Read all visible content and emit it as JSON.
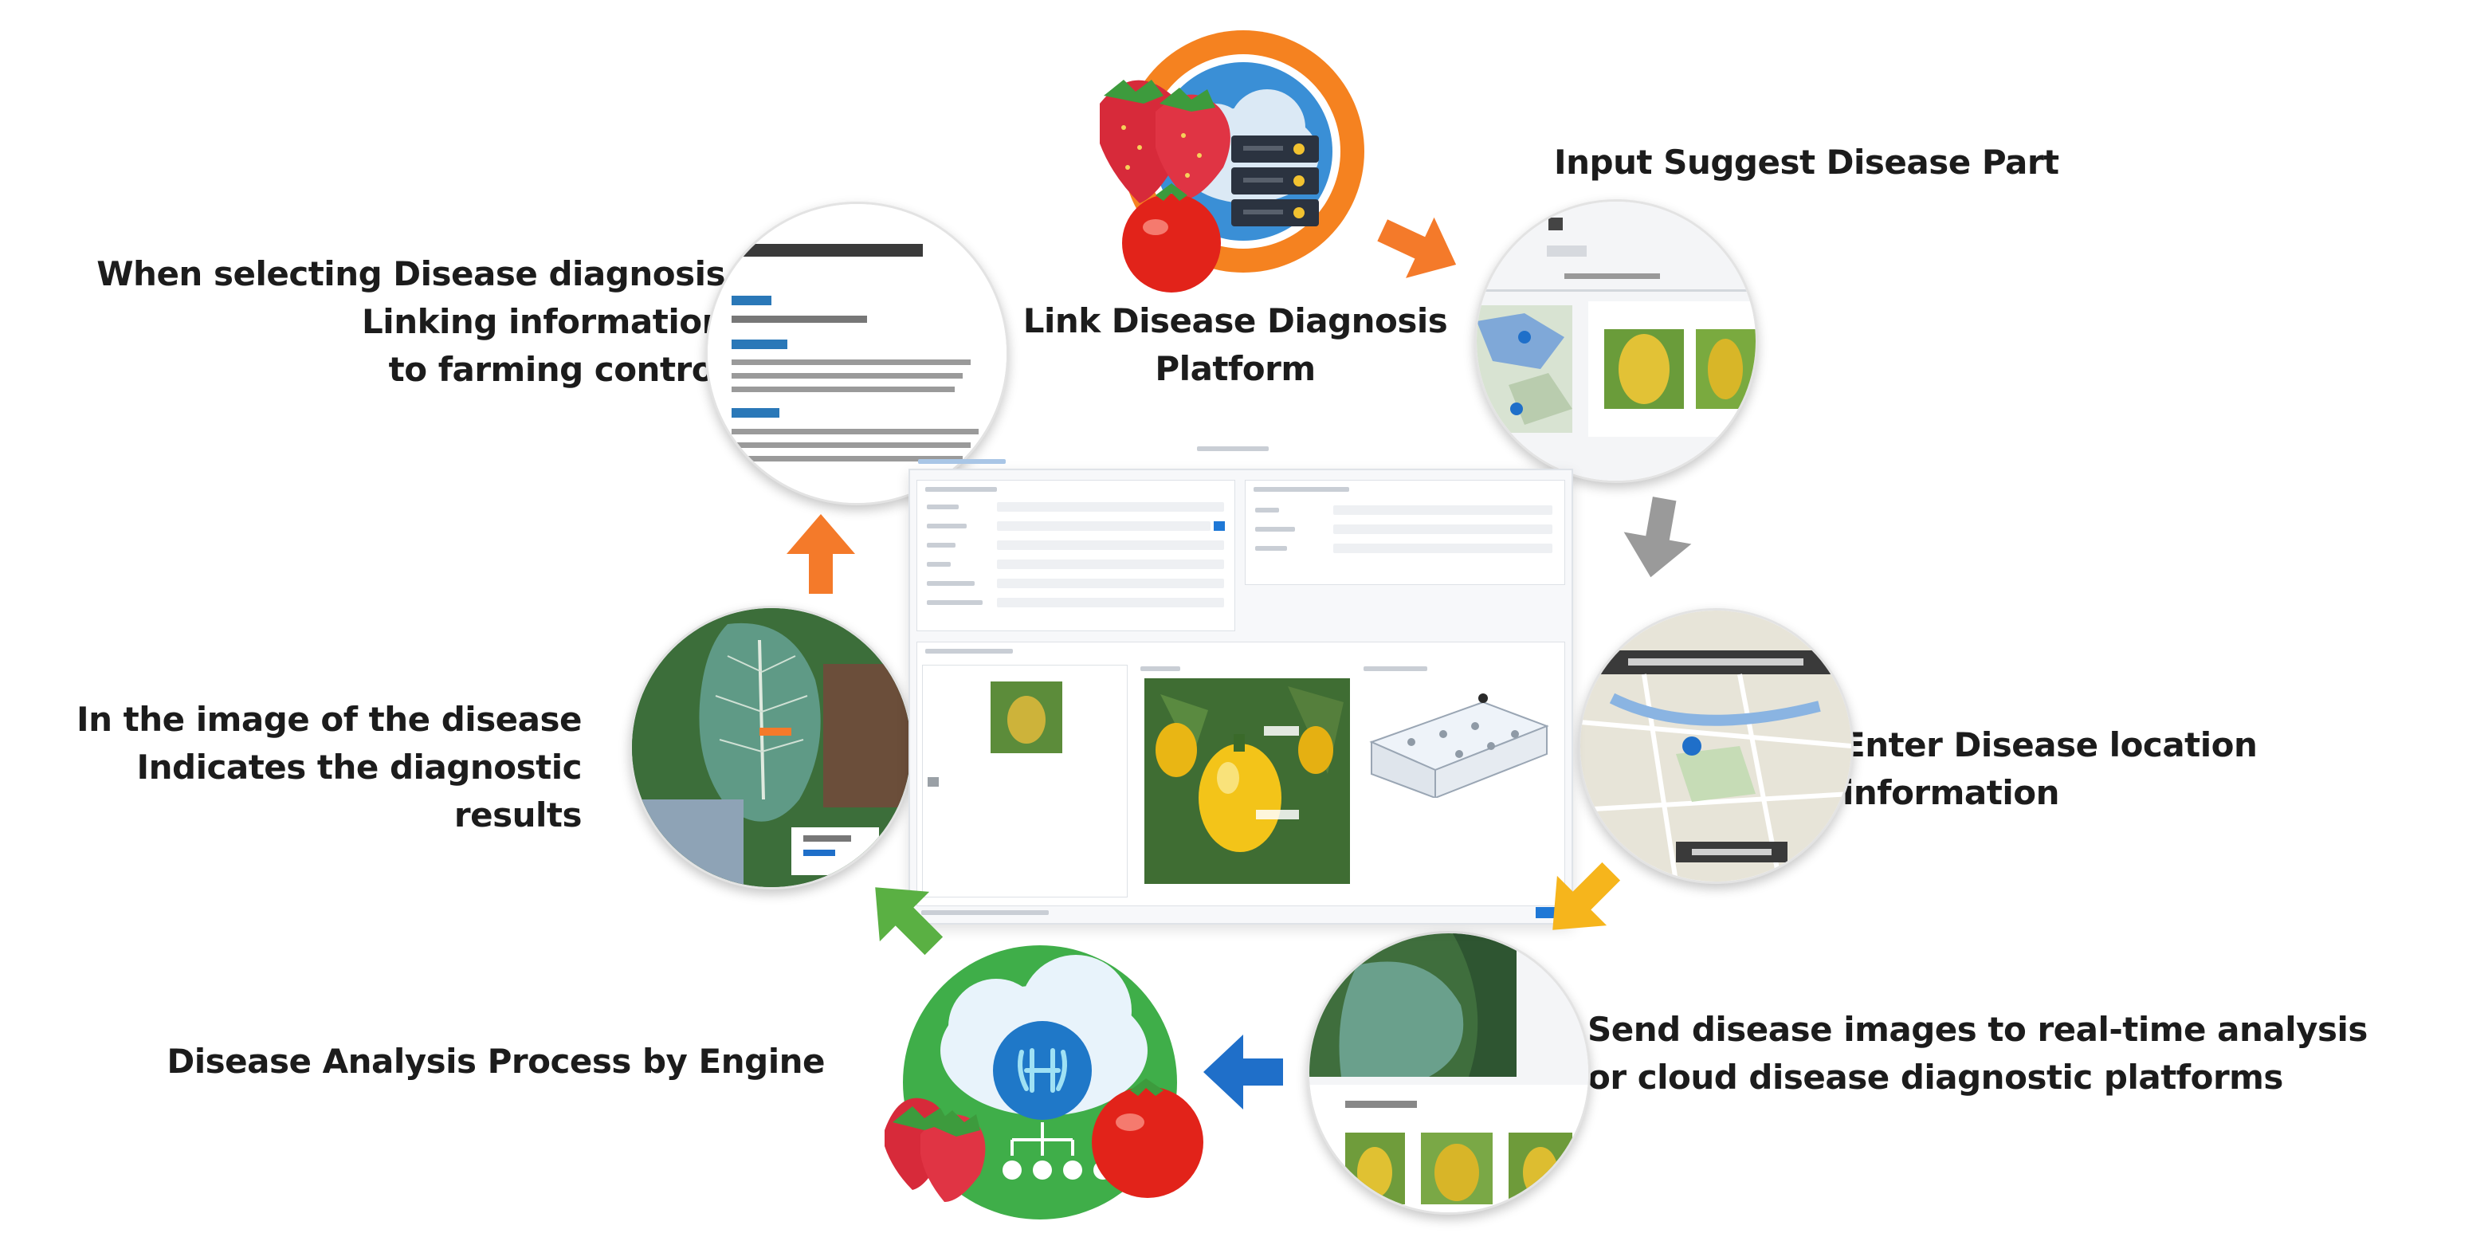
{
  "labels": {
    "top_center": [
      "Link Disease Diagnosis",
      "Platform"
    ],
    "top_right": "Input Suggest Disease Part",
    "top_left": [
      "When selecting Disease diagnosis",
      "Linking information",
      "to farming control"
    ],
    "mid_left": [
      "In the image of the disease",
      "Indicates the diagnostic results"
    ],
    "mid_right": "Enter Disease location information",
    "bottom_right": [
      "Send disease images to real-time analysis",
      "or cloud disease diagnostic platforms"
    ],
    "bottom_left": "Disease Analysis Process by Engine"
  },
  "colors": {
    "orange": "#f47a2a",
    "gray": "#9a9a9a",
    "yellow": "#f6b51c",
    "blue": "#1f6fc9",
    "green": "#5ab043",
    "platform_ring": "#f58220",
    "engine_green": "#3fae49"
  },
  "icons": {
    "platform": "cloud-server-strawberry-tomato-icon",
    "engine": "cloud-brain-strawberry-tomato-icon"
  }
}
